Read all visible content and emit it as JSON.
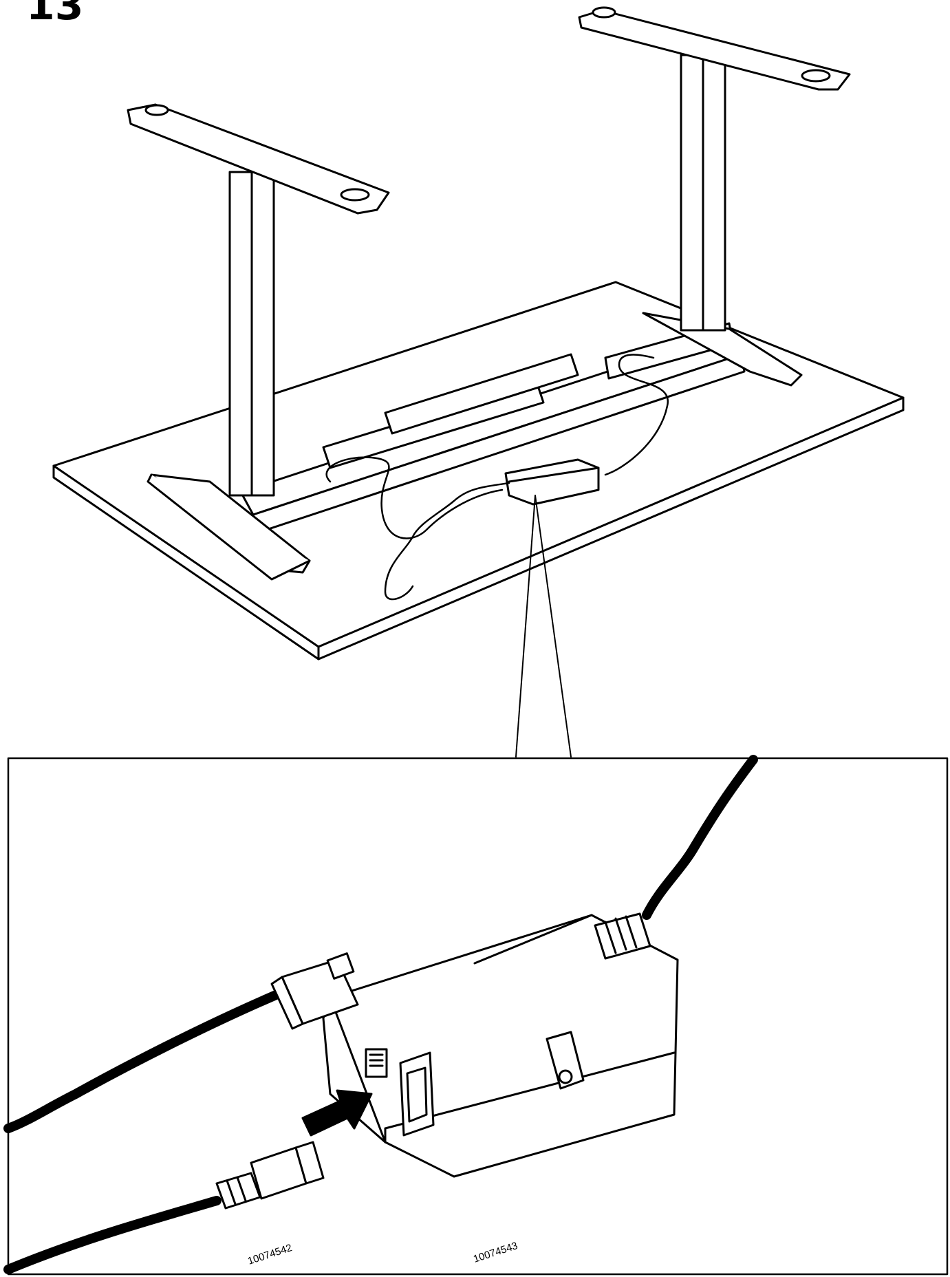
{
  "step": {
    "number": "13"
  },
  "parts": {
    "network_cable_label": "10074542",
    "control_box_label": "10074543"
  },
  "colors": {
    "ink": "#000000",
    "paper": "#ffffff"
  },
  "icons": {
    "arrow": "insert-arrow-icon"
  }
}
